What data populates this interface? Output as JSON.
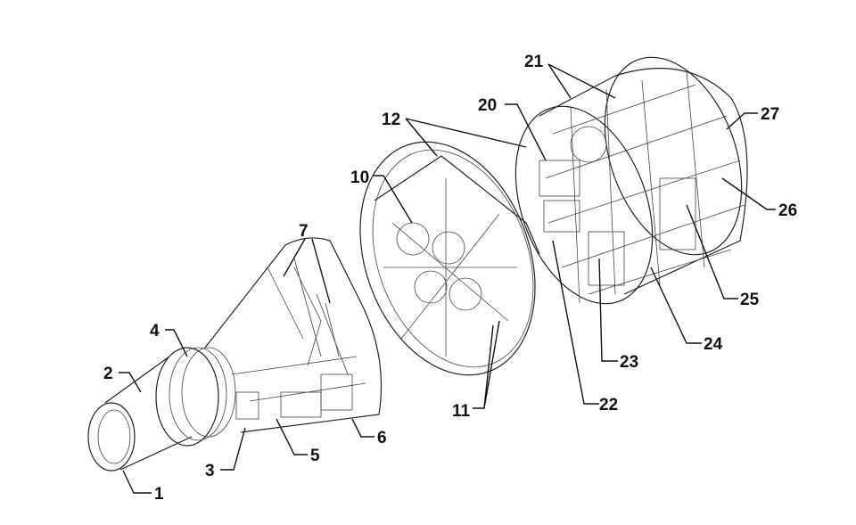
{
  "diagram": {
    "type": "exploded-view",
    "callouts": [
      "1",
      "2",
      "3",
      "4",
      "5",
      "6",
      "7",
      "10",
      "11",
      "12",
      "20",
      "21",
      "22",
      "23",
      "24",
      "25",
      "26",
      "27"
    ]
  }
}
